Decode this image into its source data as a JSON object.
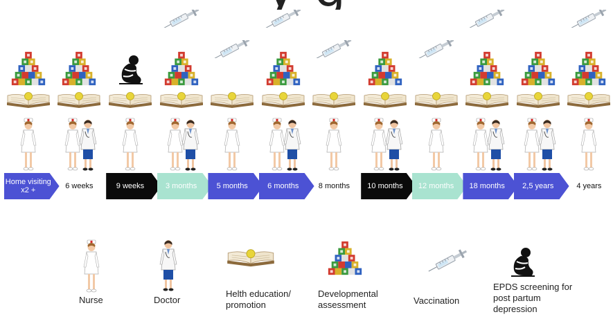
{
  "title_fragment": "y g",
  "timeline": [
    {
      "label": "Home visiting x2 +",
      "style": "blue",
      "icons": [
        "blocks",
        "book",
        "nurse"
      ]
    },
    {
      "label": "6 weeks",
      "style": "plain",
      "icons": [
        "blocks",
        "book",
        "nurse",
        "doctor"
      ]
    },
    {
      "label": "9 weeks",
      "style": "black",
      "icons": [
        "epds",
        "book",
        "nurse"
      ]
    },
    {
      "label": "3 months",
      "style": "mint",
      "icons": [
        "syringe-high",
        "blocks",
        "book",
        "nurse",
        "doctor"
      ]
    },
    {
      "label": "5 months",
      "style": "blue",
      "icons": [
        "syringe-mid",
        "book",
        "nurse"
      ]
    },
    {
      "label": "6 months",
      "style": "blue",
      "icons": [
        "syringe-high",
        "blocks",
        "book",
        "nurse",
        "doctor"
      ]
    },
    {
      "label": "8 months",
      "style": "plain",
      "icons": [
        "syringe-mid",
        "book",
        "nurse"
      ]
    },
    {
      "label": "10 months",
      "style": "black",
      "icons": [
        "blocks",
        "book",
        "nurse",
        "doctor"
      ]
    },
    {
      "label": "12 months",
      "style": "mint",
      "icons": [
        "syringe-mid",
        "book",
        "nurse"
      ]
    },
    {
      "label": "18 months",
      "style": "blue",
      "icons": [
        "syringe-high",
        "blocks",
        "book",
        "nurse",
        "doctor"
      ]
    },
    {
      "label": "2,5 years",
      "style": "blue",
      "icons": [
        "blocks",
        "book",
        "nurse",
        "doctor"
      ]
    },
    {
      "label": "4 years",
      "style": "plain",
      "icons": [
        "syringe-high",
        "blocks",
        "book",
        "nurse"
      ]
    }
  ],
  "legend": {
    "nurse": "Nurse",
    "doctor": "Doctor",
    "book": "Helth education/ promotion",
    "blocks": "Developmental assessment",
    "syringe": "Vaccination",
    "epds": "EPDS screening for post partum depression"
  },
  "colors": {
    "blue": "#4c52d4",
    "black": "#0a0a0a",
    "mint": "#a9e3d0"
  },
  "icon_names": [
    "nurse-icon",
    "doctor-icon",
    "book-icon",
    "blocks-icon",
    "syringe-icon",
    "epds-icon"
  ]
}
